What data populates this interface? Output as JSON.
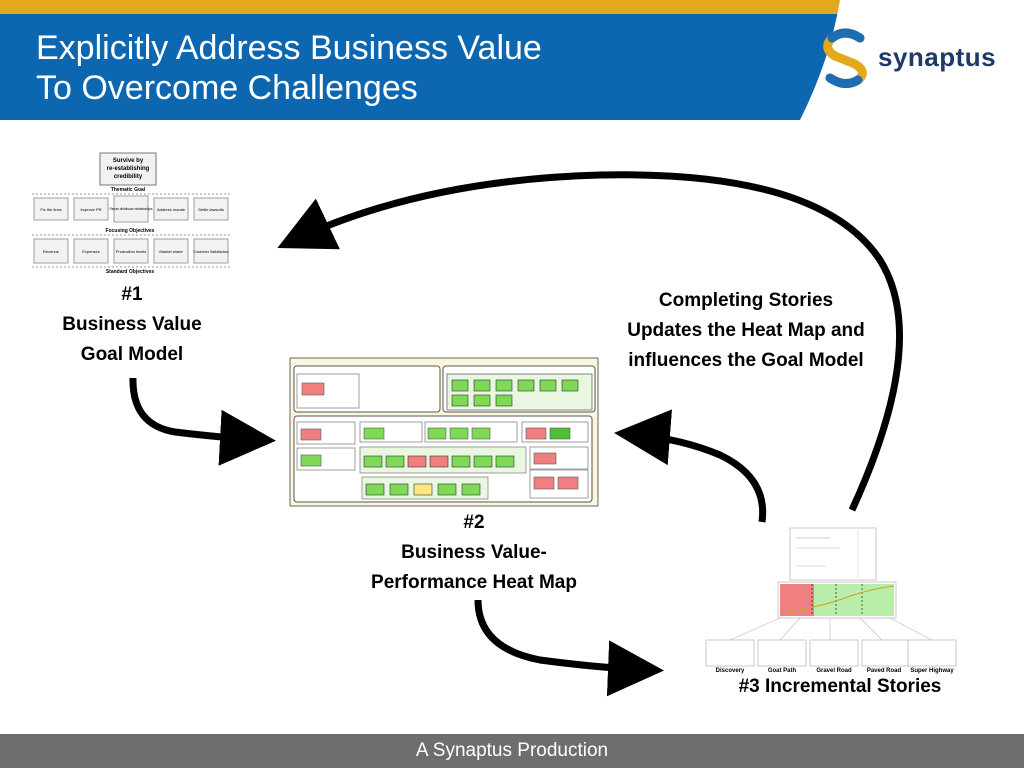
{
  "header": {
    "title_line1": "Explicitly Address Business Value",
    "title_line2": "To Overcome Challenges",
    "brand": "synaptus"
  },
  "goal_model": {
    "label_number": "#1",
    "label_line1": "Business Value",
    "label_line2": "Goal Model",
    "top_box": [
      "Survive by",
      "re-establishing",
      "credibility"
    ],
    "thematic_label": "Thematic Goal",
    "row1": [
      "Fix the lines",
      "Improve PR",
      "Repair distributor relationships",
      "Address morale",
      "Settle lawsuits"
    ],
    "focusing_label": "Focusing Objectives",
    "row2": [
      "Revenue",
      "Expenses",
      "Production levels",
      "Market share",
      "Customer Satisfaction"
    ],
    "standard_label": "Standard Objectives"
  },
  "heat_map": {
    "label_number": "#2",
    "label_line1": "Business Value-",
    "label_line2": "Performance Heat Map"
  },
  "stories": {
    "label": "#3 Incremental Stories",
    "roads": [
      "Discovery",
      "Goat Path",
      "Gravel Road",
      "Paved Road",
      "Super Highway"
    ]
  },
  "feedback": {
    "line1": "Completing Stories",
    "line2": "Updates the Heat Map and",
    "line3": "influences the Goal Model"
  },
  "footer": {
    "text": "A Synaptus Production"
  },
  "colors": {
    "header_blue": "#0d66b0",
    "accent_gold": "#e3a91b",
    "footer_gray": "#6e6e6e",
    "heat_green": "#7ed957",
    "heat_red": "#f08080",
    "heat_yellow": "#ffe680"
  }
}
